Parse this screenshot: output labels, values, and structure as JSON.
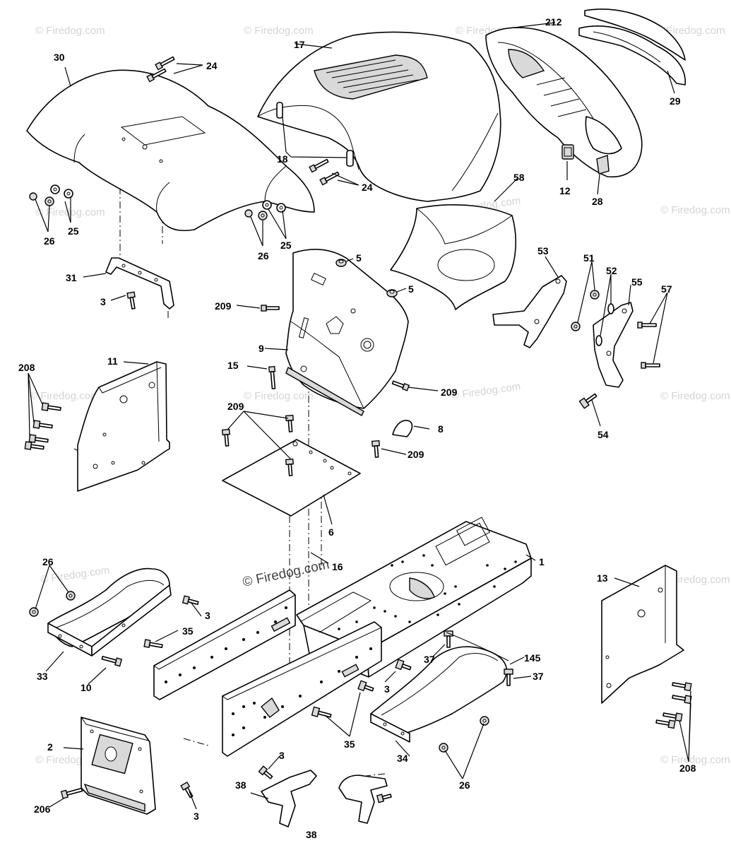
{
  "watermark": {
    "text": "© Firedog.com",
    "color": "#d4d4d4"
  },
  "callouts": {
    "c1": "1",
    "c2": "2",
    "c3a": "3",
    "c3b": "3",
    "c3c": "3",
    "c3d": "3",
    "c3e": "3",
    "c5a": "5",
    "c5b": "5",
    "c6": "6",
    "c8": "8",
    "c9": "9",
    "c10": "10",
    "c11": "11",
    "c12": "12",
    "c13": "13",
    "c15": "15",
    "c16": "16",
    "c17": "17",
    "c18": "18",
    "c24a": "24",
    "c24b": "24",
    "c25a": "25",
    "c25b": "25",
    "c26a": "26",
    "c26b": "26",
    "c26c": "26",
    "c26d": "26",
    "c28": "28",
    "c29": "29",
    "c30": "30",
    "c31": "31",
    "c33": "33",
    "c34": "34",
    "c35a": "35",
    "c35b": "35",
    "c37a": "37",
    "c37b": "37",
    "c38a": "38",
    "c38b": "38",
    "c51": "51",
    "c52": "52",
    "c53": "53",
    "c54": "54",
    "c55": "55",
    "c57": "57",
    "c58": "58",
    "c145": "145",
    "c206": "206",
    "c208a": "208",
    "c208b": "208",
    "c209a": "209",
    "c209b": "209",
    "c209c": "209",
    "c209d": "209",
    "c212": "212"
  }
}
